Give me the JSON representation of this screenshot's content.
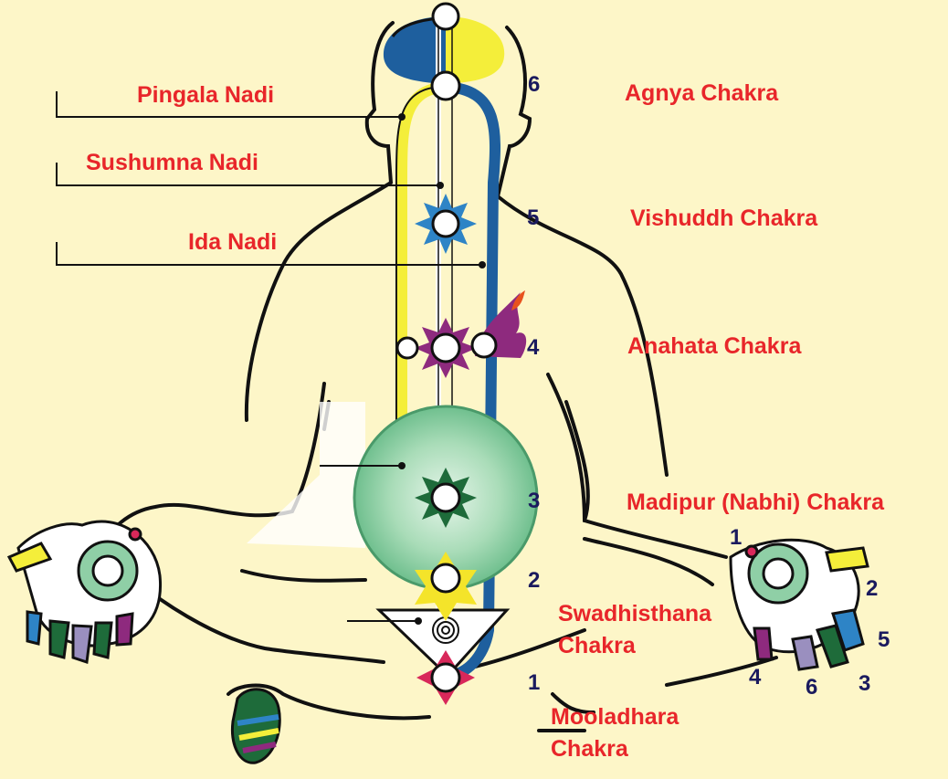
{
  "nadis": {
    "pingala": "Pingala Nadi",
    "sushumna": "Sushumna Nadi",
    "ida": "Ida Nadi"
  },
  "chakras": {
    "agnya": "Agnya Chakra",
    "vishuddh": "Vishuddh Chakra",
    "anahata": "Anahata Chakra",
    "madipur": "Madipur (Nabhi) Chakra",
    "swadhisthana_1": "Swadhisthana",
    "swadhisthana_2": "Chakra",
    "mooladhara_1": "Mooladhara",
    "mooladhara_2": "Chakra"
  },
  "body_numbers": {
    "n6": "6",
    "n5": "5",
    "n4": "4",
    "n3": "3",
    "n2": "2",
    "n1": "1"
  },
  "hand_numbers": {
    "h1": "1",
    "h2": "2",
    "h5": "5",
    "h4": "4",
    "h6": "6",
    "h3": "3"
  },
  "colors": {
    "background": "#fdf6c8",
    "label_red": "#e8262a",
    "number_navy": "#1a1a5e",
    "pingala_yellow": "#f4ee3a",
    "ida_blue": "#1e5f9e",
    "void_green": "#8fcfa6"
  }
}
